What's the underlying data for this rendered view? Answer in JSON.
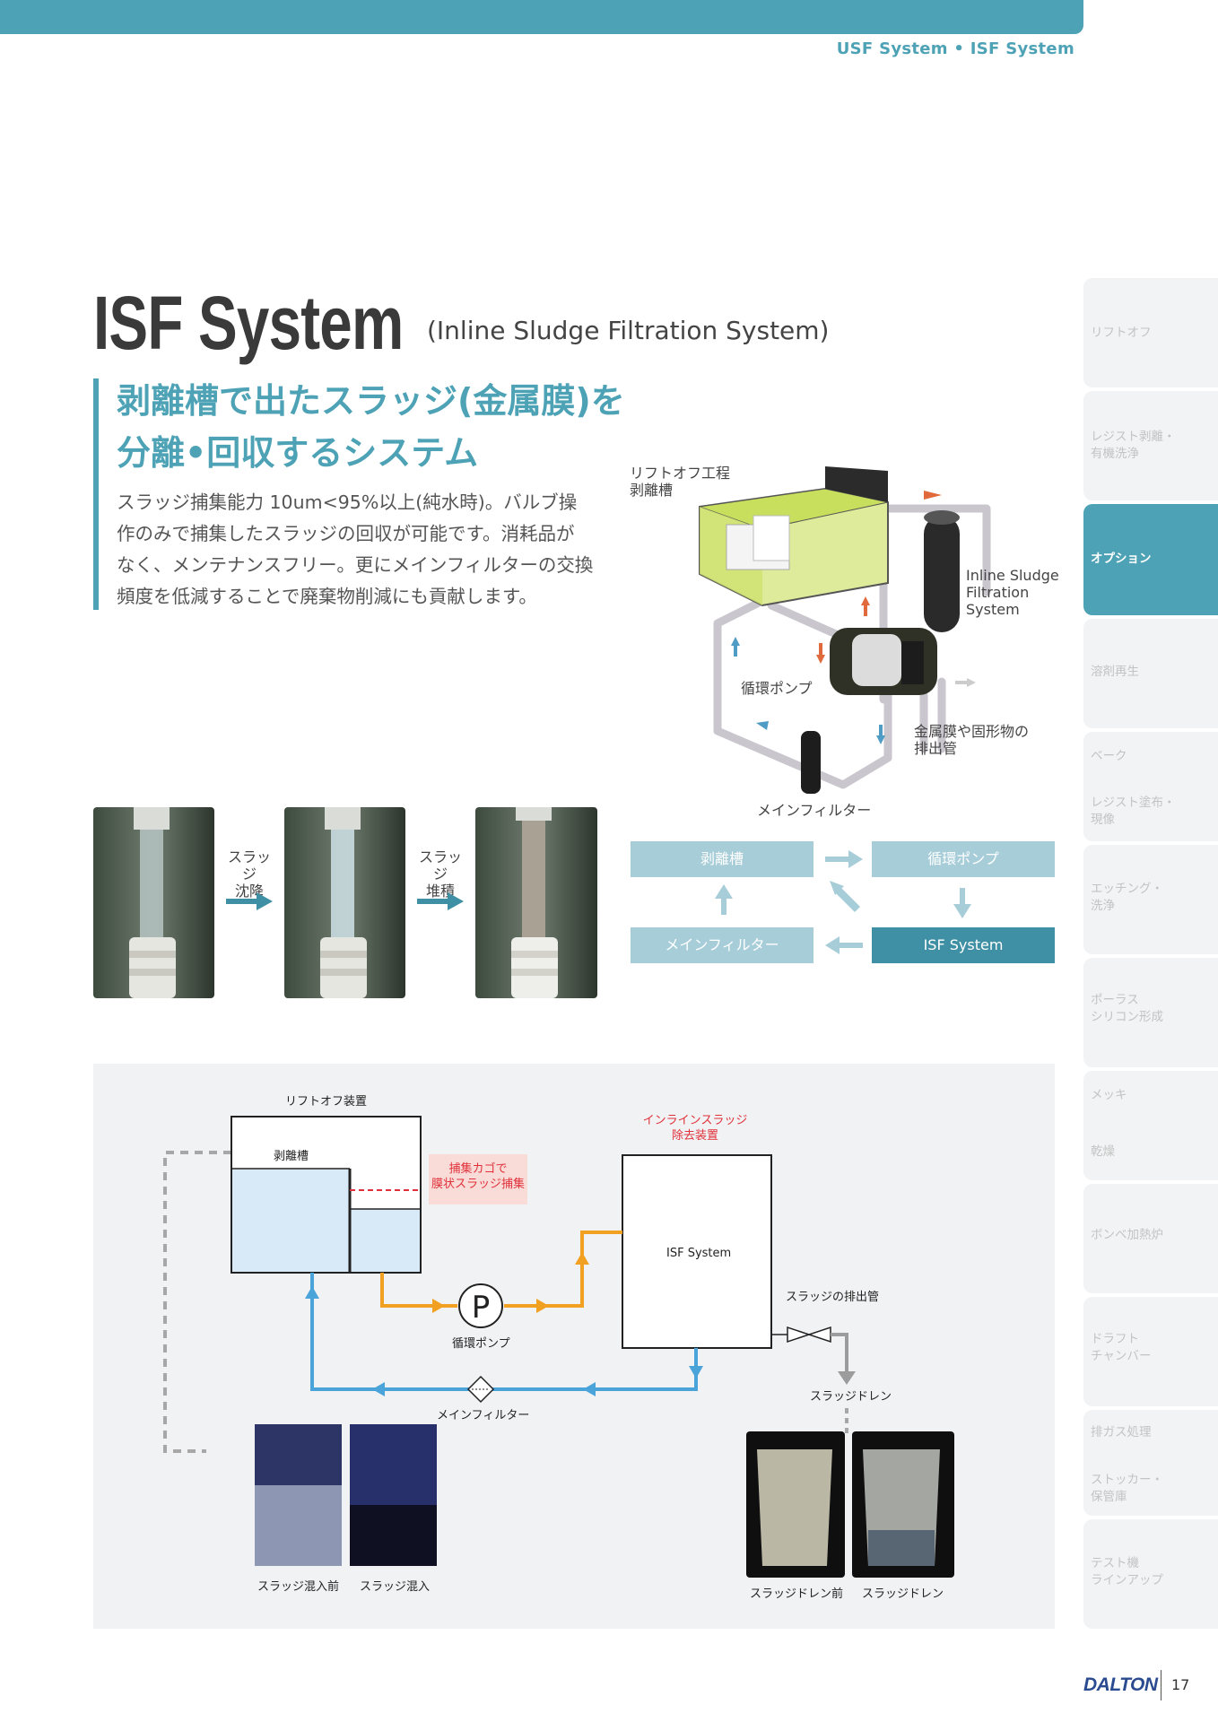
{
  "header": {
    "breadcrumb": "USF System • ISF System"
  },
  "title": {
    "main": "ISF System",
    "sub": "(Inline Sludge Filtration System)"
  },
  "headline": {
    "line1": "剥離槽で出たスラッジ(金属膜)を",
    "line2": "分離•回収するシステム"
  },
  "body": {
    "lines": [
      "スラッジ捕集能力 10um<95%以上(純水時)。バルブ操",
      "作のみで捕集したスラッジの回収が可能です。消耗品が",
      "なく、メンテナンスフリー。更にメインフィルターの交換",
      "頻度を低減することで廃棄物削減にも貢献します。"
    ]
  },
  "illustration": {
    "tank_label_1": "リフトオフ工程",
    "tank_label_2": "剥離槽",
    "isf_label_1": "Inline Sludge",
    "isf_label_2": "Filtration",
    "isf_label_3": "System",
    "pump_label": "循環ポンプ",
    "drain_label_1": "金属膜や固形物の",
    "drain_label_2": "排出管",
    "filter_label": "メインフィルター"
  },
  "photo_sequence": {
    "step1_line1": "スラッジ",
    "step1_line2": "沈降",
    "step2_line1": "スラッジ",
    "step2_line2": "堆積"
  },
  "flow": {
    "tank": "剥離槽",
    "pump": "循環ポンプ",
    "filter": "メインフィルター",
    "isf": "ISF System"
  },
  "schematic": {
    "liftoff_device": "リフトオフ装置",
    "tank": "剥離槽",
    "basket_line1": "捕集カゴで",
    "basket_line2": "膜状スラッジ捕集",
    "inline_line1": "インラインスラッジ",
    "inline_line2": "除去装置",
    "isf_box": "ISF System",
    "pump_symbol": "P",
    "pump": "循環ポンプ",
    "drain_pipe": "スラッジの排出管",
    "sludge_drain": "スラッジドレン",
    "main_filter": "メインフィルター",
    "photo_before_mix": "スラッジ混入前",
    "photo_mix": "スラッジ混入",
    "photo_before_drain": "スラッジドレン前",
    "photo_drain": "スラッジドレン"
  },
  "side_nav": [
    {
      "label1": "リフトオフ",
      "label2": ""
    },
    {
      "label1": "レジスト剥離・",
      "label2": "有機洗浄"
    },
    {
      "label1": "オプション",
      "label2": ""
    },
    {
      "label1": "溶剤再生",
      "label2": ""
    },
    {
      "label1": "ベーク",
      "label2": ""
    },
    {
      "label1": "レジスト塗布・",
      "label2": "現像"
    },
    {
      "label1": "エッチング・",
      "label2": "洗浄"
    },
    {
      "label1": "ポーラス",
      "label2": "シリコン形成"
    },
    {
      "label1": "メッキ",
      "label2": ""
    },
    {
      "label1": "乾燥",
      "label2": ""
    },
    {
      "label1": "ボンベ加熱炉",
      "label2": ""
    },
    {
      "label1": "ドラフト",
      "label2": "チャンバー"
    },
    {
      "label1": "排ガス処理",
      "label2": ""
    },
    {
      "label1": "ストッカー・",
      "label2": "保管庫"
    },
    {
      "label1": "テスト機",
      "label2": "ラインアップ"
    }
  ],
  "footer": {
    "logo": "DALTON",
    "page": "17"
  },
  "colors": {
    "accent": "#4da2b5",
    "orange": "#f1a022",
    "blue": "#4aa3d9",
    "red": "#e0303a"
  }
}
